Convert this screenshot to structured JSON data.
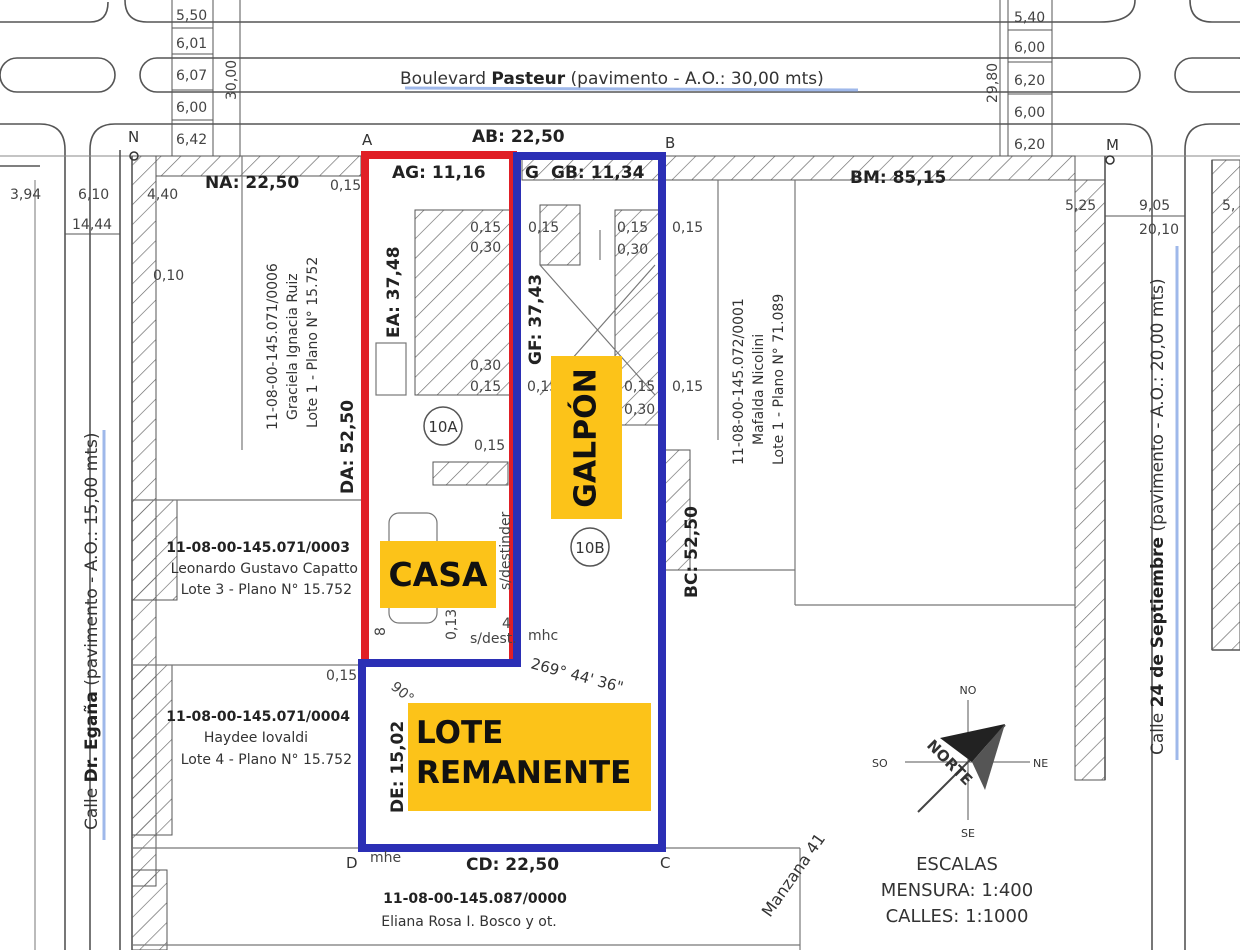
{
  "streets": {
    "top": {
      "name_prefix": "Boulevard ",
      "name_bold": "Pasteur",
      "detail": " (pavimento - A.O.: 30,00 mts)",
      "width": "30,00",
      "width_right": "29,80"
    },
    "left": {
      "name_prefix": "Calle ",
      "name_bold": "Dr. Egaña",
      "detail": " (pavimento - A.O.: 15,00 mts)"
    },
    "right": {
      "name_prefix": "Calle ",
      "name_bold": "24 de Septiembre",
      "detail": " (pavimento - A.O.: 20,00 mts)"
    }
  },
  "road_dims_left": [
    "5,50",
    "6,01",
    "6,07",
    "6,00",
    "6,42"
  ],
  "road_dims_right": [
    "5,40",
    "6,00",
    "6,20",
    "6,00",
    "6,20"
  ],
  "left_street_dims": [
    "3,94",
    "6,10",
    "4,40",
    "14,44",
    "0,10"
  ],
  "right_street_dims": [
    "5,25",
    "9,05",
    "20,10",
    "5,"
  ],
  "corners": {
    "A": "A",
    "B": "B",
    "C": "C",
    "D": "D",
    "N": "N",
    "M": "M"
  },
  "measures": {
    "AB": "AB: 22,50",
    "AG": "AG: 11,16",
    "GB": "GB: 11,34",
    "G": "G",
    "NA": "NA: 22,50",
    "BM": "BM: 85,15",
    "EA": "EA: 37,48",
    "GF": "GF: 37,43",
    "DA": "DA: 52,50",
    "BC": "BC: 52,50",
    "DE": "DE: 15,02",
    "CD": "CD: 22,50",
    "angle": "269° 44' 36\""
  },
  "small_dims": {
    "d015": "0,15",
    "d030": "0,30",
    "d013": "0,13",
    "d90": "90°",
    "mhc": "mhc",
    "mhe": "mhe",
    "sdest": "s/dest.",
    "sdestinder": "s/destinder",
    "d8": "8",
    "d4": "4"
  },
  "lot_ids": {
    "lot_10a": "10A",
    "lot_10b": "10B"
  },
  "neighbors": {
    "n0006": {
      "id": "11-08-00-145.071/0006",
      "owner": "Graciela Ignacia Ruiz",
      "lote": "Lote 1 - Plano N° 15.752"
    },
    "n0001": {
      "id": "11-08-00-145.072/0001",
      "owner": "Mafalda Nicolini",
      "lote": "Lote 1 - Plano N° 71.089"
    },
    "n0003": {
      "id": "11-08-00-145.071/0003",
      "owner": "Leonardo Gustavo Capatto",
      "lote": "Lote 3 - Plano N° 15.752"
    },
    "n0004": {
      "id": "11-08-00-145.071/0004",
      "owner": "Haydee Iovaldi",
      "lote": "Lote 4 - Plano N° 15.752"
    },
    "n0000": {
      "id": "11-08-00-145.087/0000",
      "owner": "Eliana Rosa I. Bosco y ot."
    }
  },
  "labels": {
    "casa": "CASA",
    "galpon": "GALPÓN",
    "lote_line1": "LOTE",
    "lote_line2": "REMANENTE"
  },
  "manzana": "Manzana 41",
  "compass": {
    "no": "NO",
    "ne": "NE",
    "so": "SO",
    "se": "SE",
    "norte": "NORTE"
  },
  "scales": {
    "title": "ESCALAS",
    "mensura": "MENSURA: 1:400",
    "calles": "CALLES: 1:1000"
  },
  "colors": {
    "casa_border": "#e01f26",
    "galpon_border": "#2b2fb5",
    "label_bg": "#fcc319",
    "street_highlight": "#9fb8ea"
  }
}
